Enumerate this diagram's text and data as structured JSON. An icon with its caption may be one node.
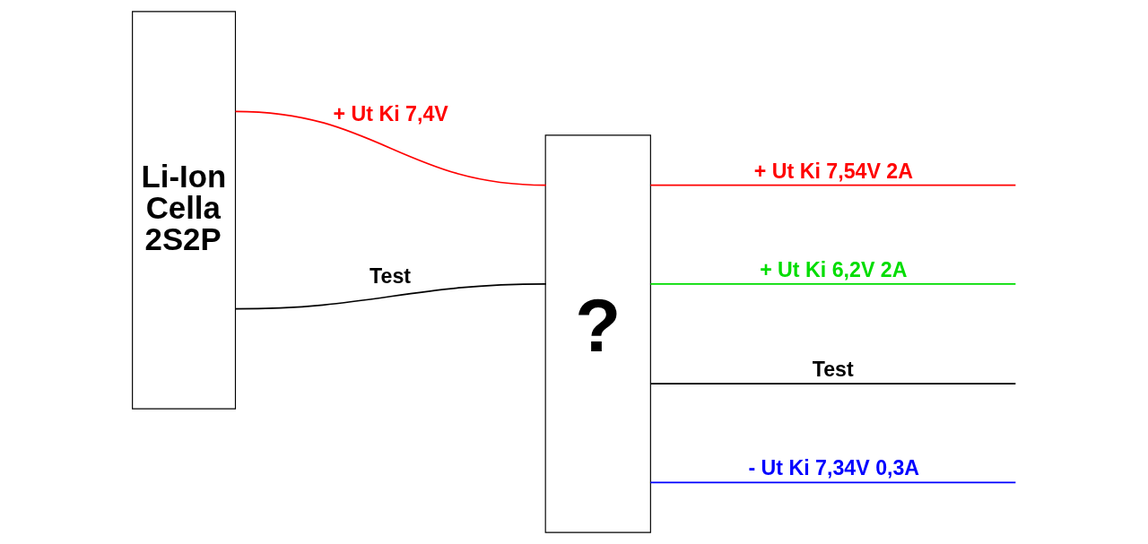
{
  "diagram": {
    "nodes": [
      {
        "text": [
          "Li-Ion Cella 2S2P"
        ]
      },
      {
        "text": [
          "?"
        ]
      }
    ],
    "edges": [
      {
        "from": 0,
        "to": 1,
        "arrow": "none",
        "label": "+ Ut Ki 7,4V",
        "color": "#ff0000"
      },
      {
        "from": 0,
        "to": 1,
        "arrow": "none",
        "label": "Test",
        "color": "#000000"
      },
      {
        "from": 1,
        "to": null,
        "arrow": "none",
        "label": "+ Ut Ki 7,54V 2A",
        "color": "#ff0000"
      },
      {
        "from": 1,
        "to": null,
        "arrow": "none",
        "label": "+ Ut Ki 6,2V 2A",
        "color": "#00dd00"
      },
      {
        "from": 1,
        "to": null,
        "arrow": "none",
        "label": "Test",
        "color": "#000000"
      },
      {
        "from": 1,
        "to": null,
        "arrow": "none",
        "label": "- Ut Ki 7,34V 0,3A",
        "color": "#0000ff"
      }
    ]
  }
}
